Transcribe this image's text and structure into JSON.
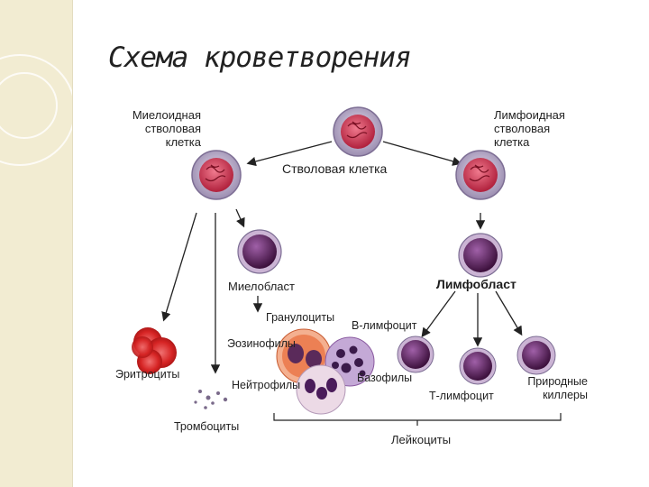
{
  "title": "Схема кроветворения",
  "labels": {
    "myeloid_stem_cell": "Миелоидная\nстволовая\nклетка",
    "stem_cell": "Стволовая клетка",
    "lymphoid_stem_cell": "Лимфоидная\nстволовая\nклетка",
    "myeloblast": "Миелобласт",
    "lymphoblast": "Лимфобласт",
    "granulocytes": "Гранулоциты",
    "b_lymphocyte": "В-лимфоцит",
    "eosinophils": "Эозинофилы",
    "erythrocytes": "Эритроциты",
    "neutrophils": "Нейтрофилы",
    "basophils": "Базофилы",
    "t_lymphocyte": "Т-лимфоцит",
    "natural_killers": "Природные\nкиллеры",
    "thrombocytes": "Тромбоциты",
    "leukocytes": "Лейкоциты"
  },
  "colors": {
    "stem_membrane": "#c9bfd6",
    "stem_nucleus": "#c8284a",
    "blast": "#6a2a6a",
    "erythrocyte": "#d32a2a",
    "eosinophil": "#e8663a",
    "basophil": "#8a5aa0",
    "neutrophil": "#e0c8d8",
    "sidebar": "#f2ecd2"
  }
}
